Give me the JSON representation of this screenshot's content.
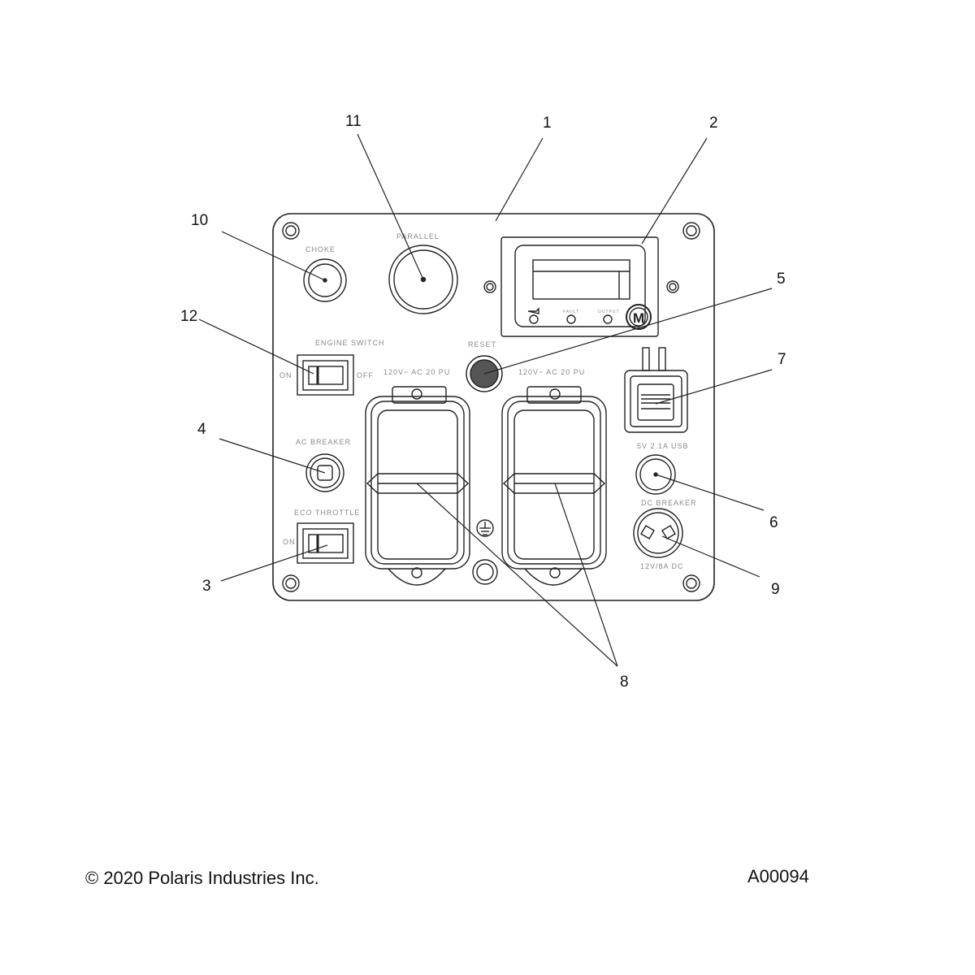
{
  "callouts": [
    "1",
    "2",
    "3",
    "4",
    "5",
    "6",
    "7",
    "8",
    "9",
    "10",
    "11",
    "12"
  ],
  "panel_labels": {
    "choke": "CHOKE",
    "parallel": "PARALLEL",
    "engine_switch": "ENGINE SWITCH",
    "engine_on": "ON",
    "engine_off": "OFF",
    "outlet_left": "120V~ AC 20 PU",
    "outlet_right": "120V~ AC 20 PU",
    "reset": "RESET",
    "ac_breaker": "AC BREAKER",
    "eco_throttle": "ECO THROTTLE",
    "eco_on": "ON",
    "dc_breaker": "DC BREAKER",
    "usb_label": "5V 2.1A USB",
    "dc_outlet": "12V/8A DC",
    "display_fault": "FAULT",
    "display_output": "OUTPUT",
    "mode_button": "M"
  },
  "footer": {
    "copyright": "© 2020 Polaris Industries Inc.",
    "doc_id": "A00094"
  }
}
